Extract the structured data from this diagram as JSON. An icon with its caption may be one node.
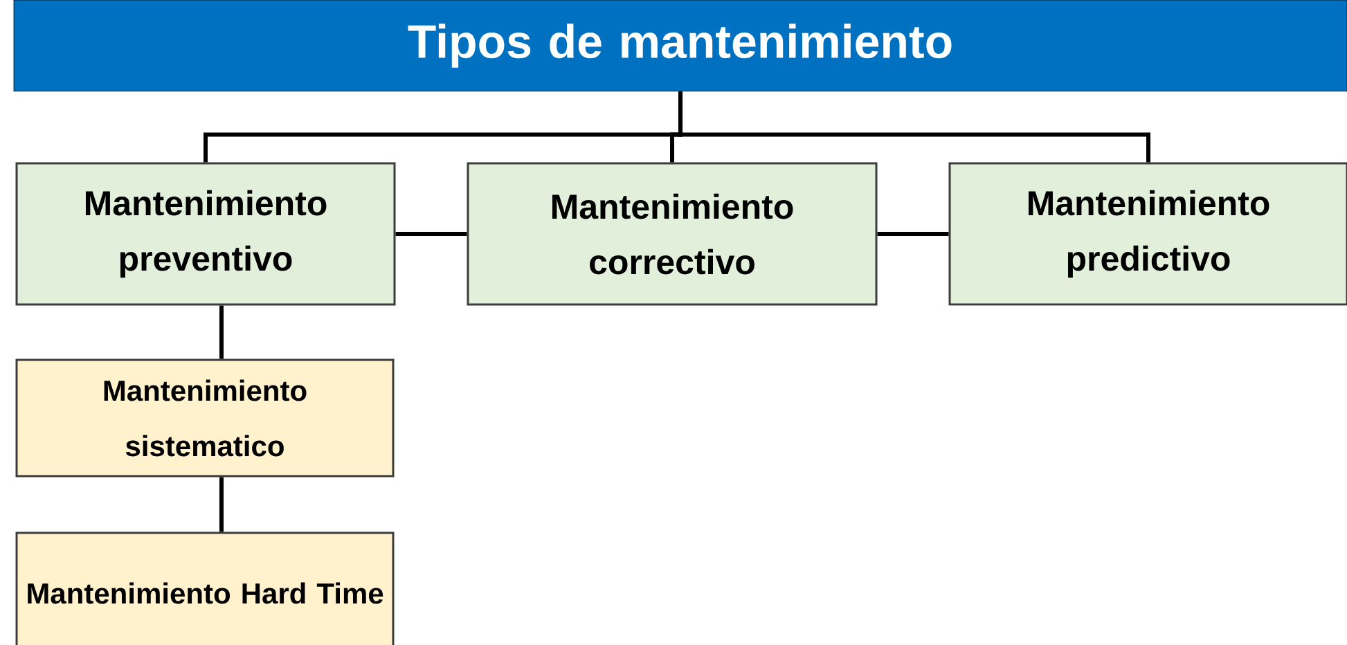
{
  "diagram": {
    "nodes": [
      {
        "text": [
          "Tipos de mantenimiento"
        ]
      },
      {
        "text": [
          "Mantenimiento preventivo"
        ]
      },
      {
        "text": [
          "Mantenimiento correctivo"
        ]
      },
      {
        "text": [
          "Mantenimiento predictivo"
        ]
      },
      {
        "text": [
          "Mantenimiento sistematico"
        ]
      },
      {
        "text": [
          "Mantenimiento Hard Time"
        ]
      }
    ],
    "edges": [
      {
        "from": 0,
        "to": 1,
        "arrow": "none"
      },
      {
        "from": 0,
        "to": 2,
        "arrow": "none"
      },
      {
        "from": 0,
        "to": 3,
        "arrow": "none"
      },
      {
        "from": 1,
        "to": 2,
        "arrow": "none"
      },
      {
        "from": 2,
        "to": 3,
        "arrow": "none"
      },
      {
        "from": 1,
        "to": 4,
        "arrow": "none"
      },
      {
        "from": 4,
        "to": 5,
        "arrow": "none"
      }
    ]
  }
}
